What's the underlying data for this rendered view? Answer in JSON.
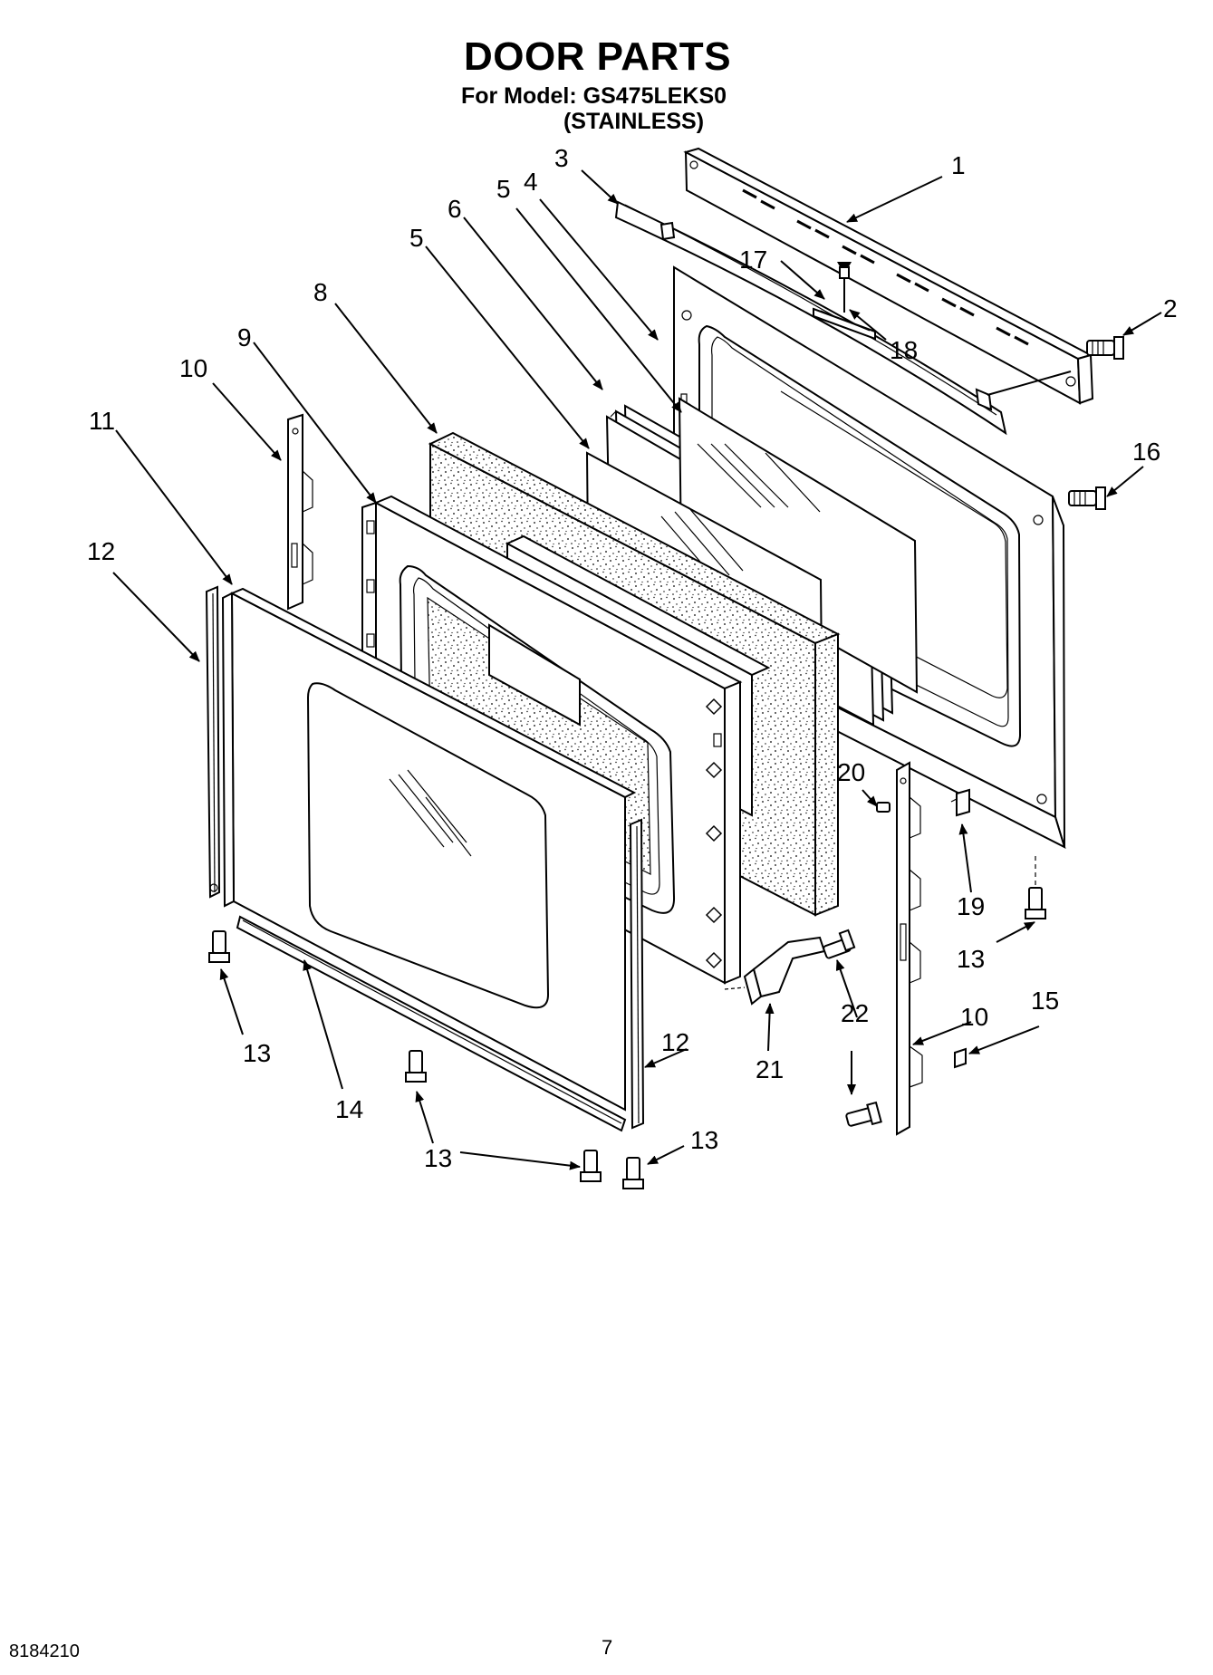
{
  "header": {
    "title": "DOOR PARTS",
    "model_line": "For Model: GS475LEKS0",
    "variant": "(STAINLESS)"
  },
  "callouts": [
    {
      "id": "c1",
      "text": "1"
    },
    {
      "id": "c2",
      "text": "2"
    },
    {
      "id": "c3",
      "text": "3"
    },
    {
      "id": "c4",
      "text": "4"
    },
    {
      "id": "c5a",
      "text": "5"
    },
    {
      "id": "c5b",
      "text": "5"
    },
    {
      "id": "c6",
      "text": "6"
    },
    {
      "id": "c8",
      "text": "8"
    },
    {
      "id": "c9",
      "text": "9"
    },
    {
      "id": "c10a",
      "text": "10"
    },
    {
      "id": "c10b",
      "text": "10"
    },
    {
      "id": "c11",
      "text": "11"
    },
    {
      "id": "c12a",
      "text": "12"
    },
    {
      "id": "c12b",
      "text": "12"
    },
    {
      "id": "c13a",
      "text": "13"
    },
    {
      "id": "c13b",
      "text": "13"
    },
    {
      "id": "c13c",
      "text": "13"
    },
    {
      "id": "c13d",
      "text": "13"
    },
    {
      "id": "c14",
      "text": "14"
    },
    {
      "id": "c15",
      "text": "15"
    },
    {
      "id": "c16",
      "text": "16"
    },
    {
      "id": "c17",
      "text": "17"
    },
    {
      "id": "c18",
      "text": "18"
    },
    {
      "id": "c19",
      "text": "19"
    },
    {
      "id": "c20",
      "text": "20"
    },
    {
      "id": "c21",
      "text": "21"
    },
    {
      "id": "c22",
      "text": "22"
    }
  ],
  "footer": {
    "doc_number": "8184210",
    "page_number": "7"
  }
}
